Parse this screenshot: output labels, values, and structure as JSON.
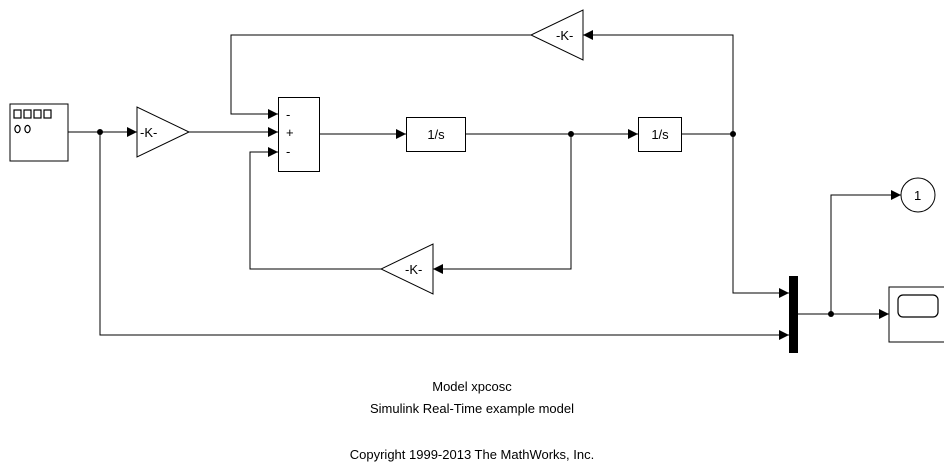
{
  "diagram": {
    "gain_forward": "-K-",
    "gain_feedback_top": "-K-",
    "gain_feedback_mid": "-K-",
    "sum_signs": [
      "-",
      "+",
      "-"
    ],
    "integrator_1": "1/s",
    "integrator_2": "1/s",
    "outport": "1"
  },
  "caption": {
    "line1": "Model xpcosc",
    "line2": "Simulink Real-Time example model",
    "line3": "Copyright 1999-2013 The MathWorks, Inc."
  }
}
